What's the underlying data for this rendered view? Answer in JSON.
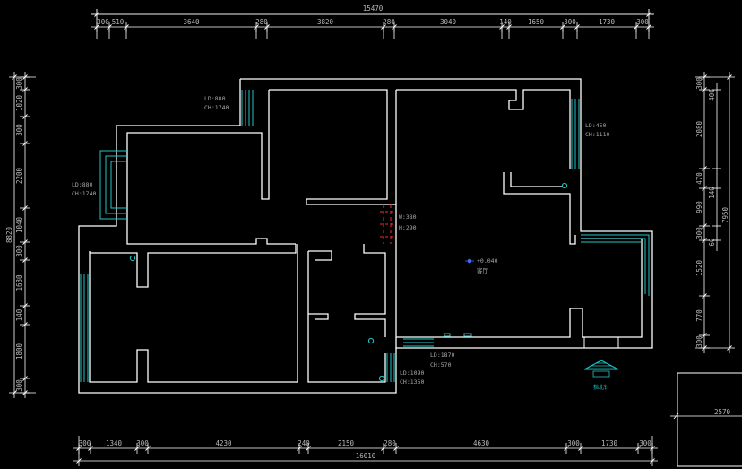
{
  "colors": {
    "background": "#000000",
    "wall": "#ffffff",
    "window": "#22c4c4",
    "dimension": "#ffffff",
    "dimension_text": "#b9b9b9",
    "door_opening": "#ff2a2a",
    "marker": "#3a6bff"
  },
  "top_dims": {
    "total": "15470",
    "segments": [
      "300",
      "510",
      "3640",
      "280",
      "3820",
      "280",
      "3040",
      "140",
      "1650",
      "300",
      "1730",
      "300"
    ]
  },
  "bottom_dims": {
    "total": "16010",
    "segments": [
      "300",
      "1340",
      "300",
      "4230",
      "240",
      "2150",
      "280",
      "4630",
      "300",
      "1730",
      "300"
    ]
  },
  "left_dims": {
    "total": "8820",
    "segments": [
      "300",
      "1020",
      "300",
      "2200",
      "1040",
      "300",
      "1680",
      "140",
      "1800",
      "300"
    ]
  },
  "right_dims": {
    "total": "7950",
    "outer": [
      "400",
      "140",
      "60"
    ],
    "segments": [
      "300",
      "2080",
      "470",
      "990",
      "300",
      "1520",
      "770",
      "300"
    ]
  },
  "annotations": {
    "window_bedroom_top": [
      "LD:880",
      "CH:1740"
    ],
    "window_left": [
      "LD:880",
      "CH:1740"
    ],
    "window_right_top": [
      "LD:450",
      "CH:1110"
    ],
    "door_mid": [
      "W:380",
      "H:290"
    ],
    "level_mark": "+0.040",
    "level_room": "客厅",
    "window_bottom": [
      "LD:1870",
      "CH:570"
    ],
    "window_small": [
      "LD:1090",
      "CH:1350"
    ]
  },
  "legend": {
    "north_label": "指北针",
    "box_value": "2570"
  }
}
